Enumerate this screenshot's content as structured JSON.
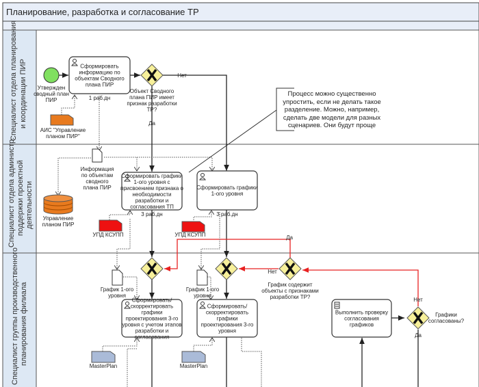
{
  "title": "Планирование, разработка и согласование ТР",
  "lanes": [
    {
      "label": [
        "Специалист отдела планирования",
        "и координации ПИР"
      ]
    },
    {
      "label": [
        "Специалист отдела администр.",
        "поддержки проектной",
        "деятельности"
      ]
    },
    {
      "label": [
        "Специалист группы производственного",
        "планирования филиала"
      ]
    }
  ],
  "start_event": {
    "label": [
      "Утвержден",
      "сводный план",
      "ПИР"
    ],
    "color": "#80e060"
  },
  "tasks": [
    {
      "label": [
        "Сформировать",
        "информацию по",
        "объектам Сводного",
        "плана ПИР"
      ],
      "duration": "1 раб.дн"
    },
    {
      "label": [
        "Сформировать графики",
        "1-ого уровня с",
        "присвоением признака о",
        "необходимости",
        "разработки и",
        "согласования ТП"
      ],
      "duration": "3 раб.дн"
    },
    {
      "label": [
        "Сформировать графики",
        "1-ого уровня"
      ],
      "duration": "3 раб.дн"
    },
    {
      "label": [
        "Сформировать/",
        "скорректировать",
        "графики",
        "проектирования 3-го",
        "уровня с учетом этапов",
        "разработки и",
        "согласования"
      ]
    },
    {
      "label": [
        "Сформировать/",
        "скорректировать",
        "графики",
        "проектирования 3-го",
        "уровня"
      ]
    },
    {
      "label": [
        "Выполнить проверку",
        "согласования",
        "графиков"
      ]
    }
  ],
  "gateways": [
    {
      "label": [
        "Объект Сводного",
        "плана ПИР имеет",
        "признак разработки",
        "ТР?"
      ],
      "yes": "Да",
      "no": "Нет"
    },
    {
      "label": [
        "График содержит",
        "объекты с признаками",
        "разработки ТР?"
      ],
      "yes": "Да",
      "no": "Нет"
    },
    {
      "label": [
        "Графики",
        "согласованы?"
      ],
      "yes": "Да",
      "no": "Нет"
    }
  ],
  "data_objects": {
    "ais": [
      "АИС \"Управление",
      "планом ПИР\""
    ],
    "info": [
      "Информация",
      "по объектам",
      "сводного",
      "плана ПИР"
    ],
    "store": [
      "Управление",
      "планом ПИР"
    ],
    "upd1": "УПД КСУПП",
    "upd2": "УПД КСУПП",
    "graph1": [
      "График 1-ого",
      "уровня"
    ],
    "graph2": [
      "График 1-ого",
      "уровня"
    ],
    "mp1": "MasterPlan",
    "mp2": "MasterPlan"
  },
  "annotation": [
    "Процесс можно существенно",
    "упростить, если не делать такое",
    "разделение. Можно, например,",
    "сделать две модели для разных",
    "сценариев. Они будут проще"
  ],
  "colors": {
    "lane_header": "#dde8f4",
    "gateway": "#f7f09a",
    "ais": "#e87a1e",
    "upd": "#ee1111",
    "masterplan": "#aabbd8",
    "task_gray": "#bcbcbc",
    "red_flow": "#e82020"
  }
}
